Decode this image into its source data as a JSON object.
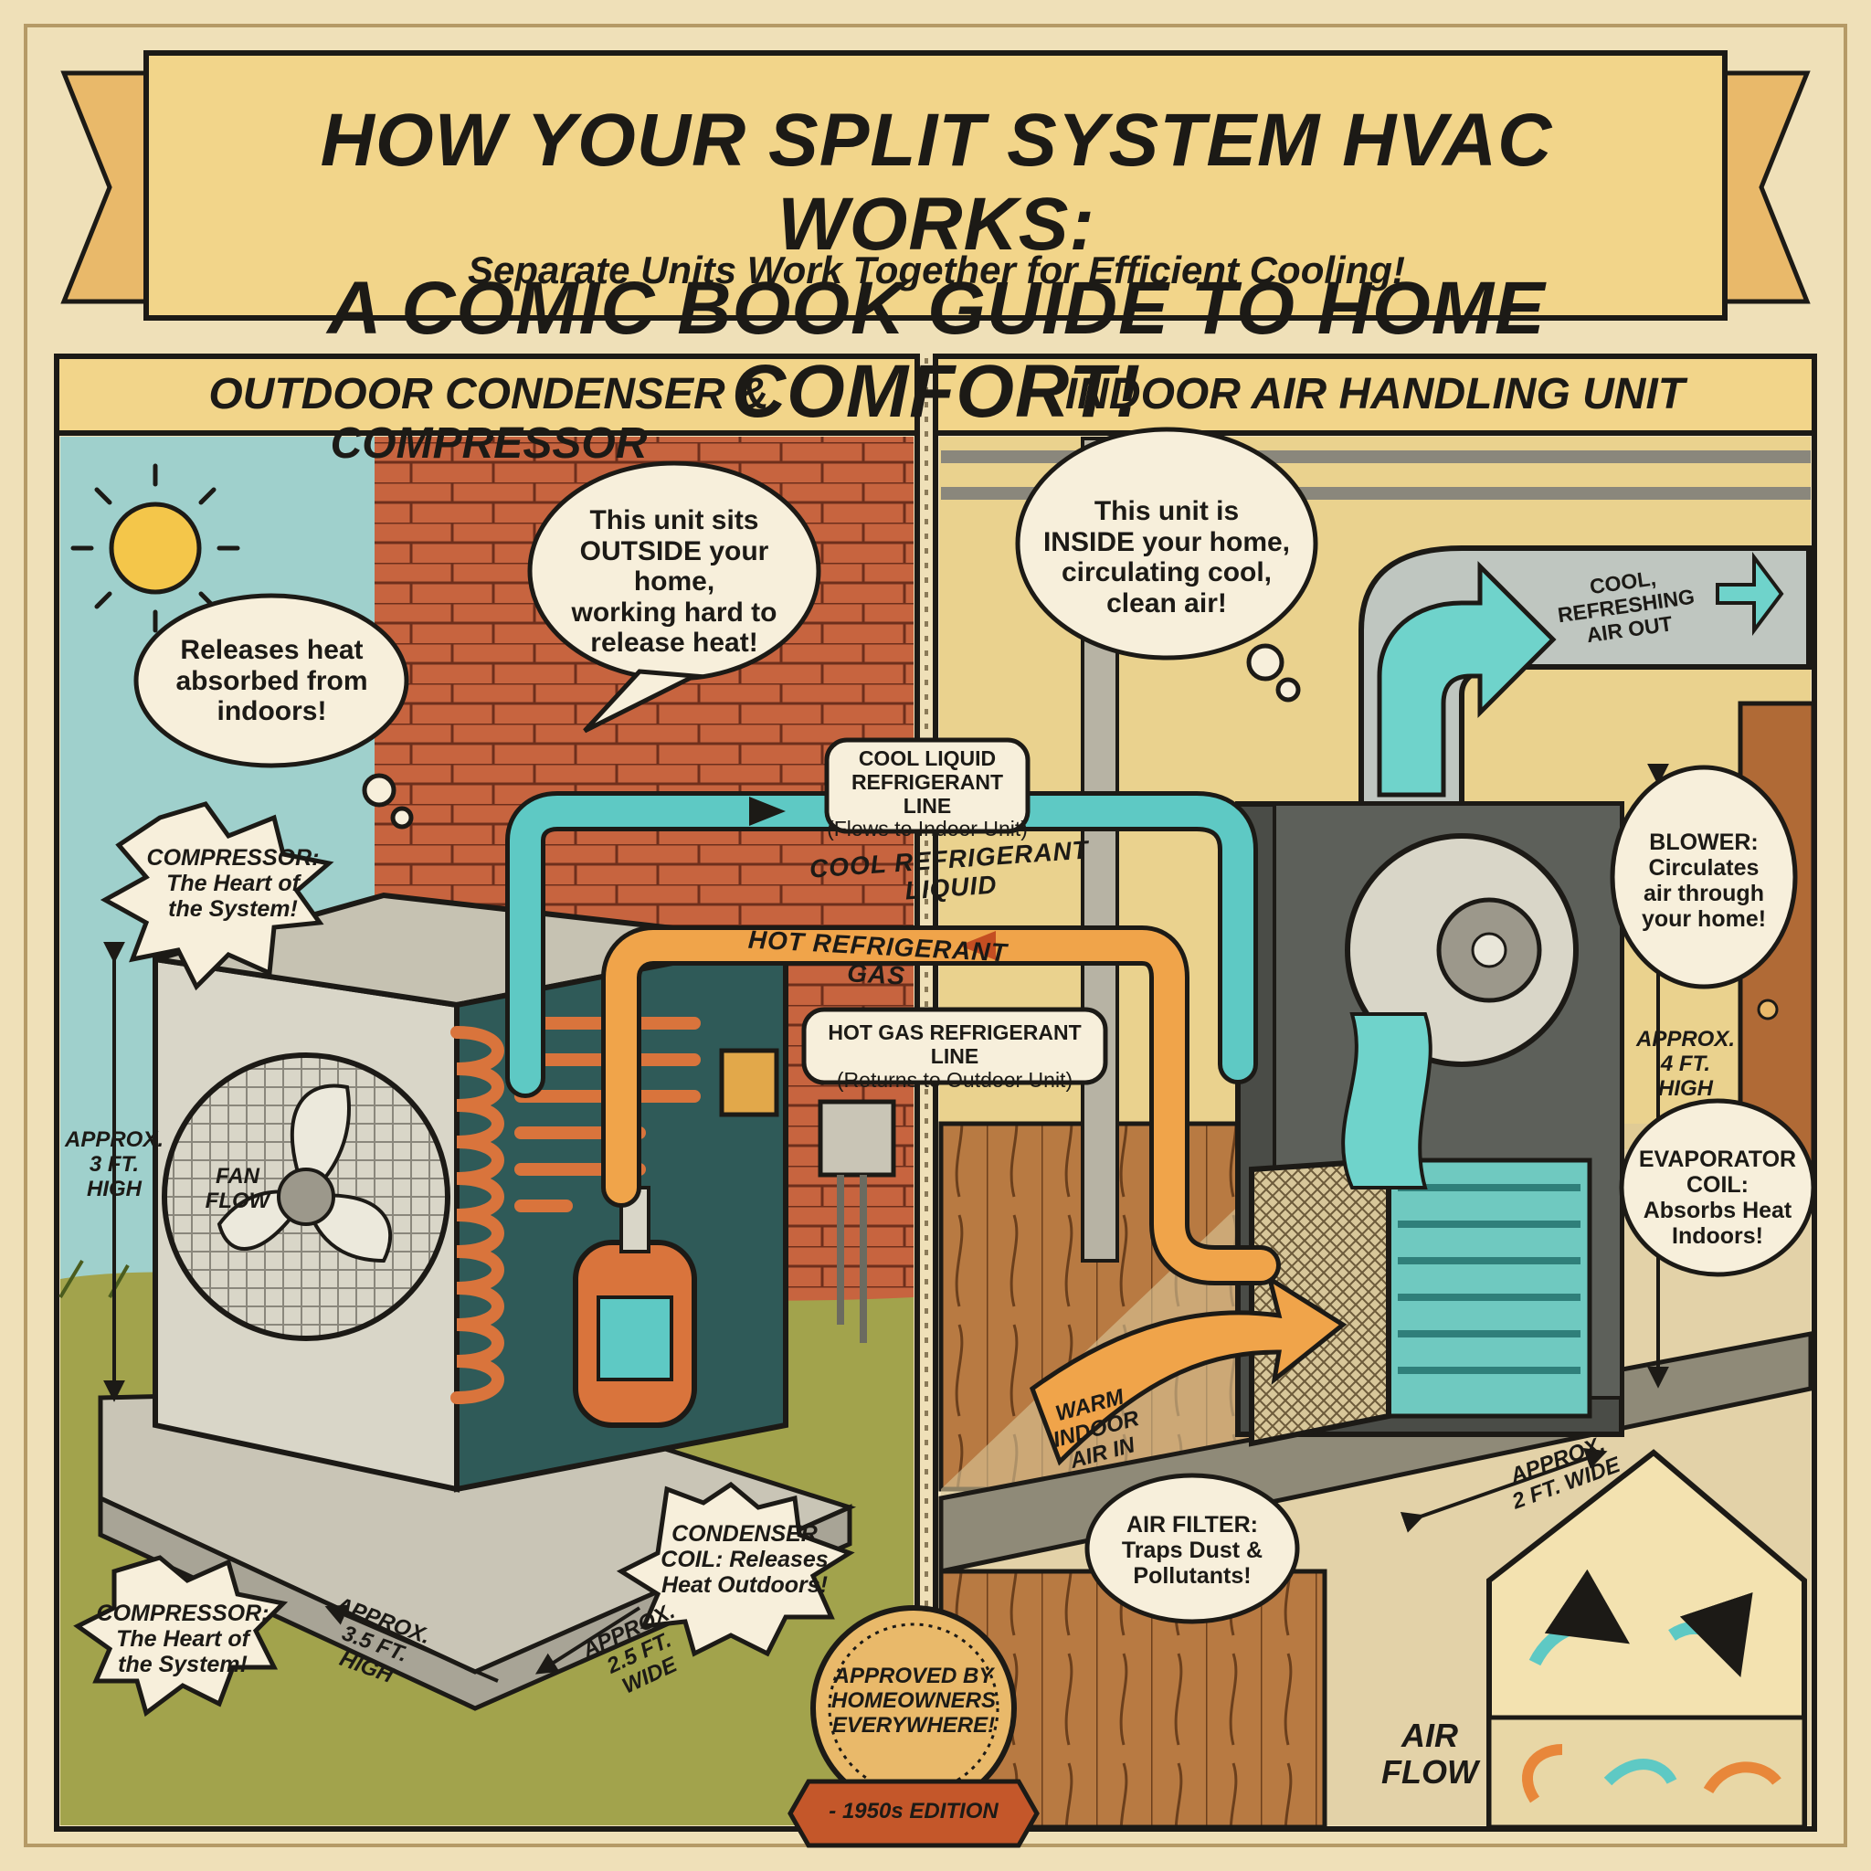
{
  "title": {
    "line1": "HOW YOUR SPLIT SYSTEM HVAC WORKS:",
    "line2": "A COMIC BOOK GUIDE TO HOME COMFORT!",
    "subtitle": "Separate Units Work Together for Efficient Cooling!"
  },
  "left_panel": {
    "header": "OUTDOOR CONDENSER & COMPRESSOR",
    "speech_bubble": [
      "This unit sits",
      "OUTSIDE your home,",
      "working hard to",
      "release heat!"
    ],
    "thought_bubble": [
      "Releases heat",
      "absorbed from",
      "indoors!"
    ],
    "compressor_callout_top": [
      "COMPRESSOR:",
      "The Heart of",
      "the System!"
    ],
    "compressor_callout_bottom": [
      "COMPRESSOR:",
      "The Heart of",
      "the System!"
    ],
    "condenser_callout": [
      "CONDENSER",
      "COIL: Releases",
      "Heat Outdoors!"
    ],
    "fan_label": [
      "FAN",
      "FLOW"
    ],
    "dim_height_side": [
      "APPROX.",
      "3 FT.",
      "HIGH"
    ],
    "dim_height_front": [
      "APPROX.",
      "3.5 FT.",
      "HIGH"
    ],
    "dim_width": [
      "APPROX.",
      "2.5 FT.",
      "WIDE"
    ]
  },
  "right_panel": {
    "header": "INDOOR AIR HANDLING UNIT",
    "thought_bubble": [
      "This unit is",
      "INSIDE your home,",
      "circulating cool,",
      "clean air!"
    ],
    "air_out_label": [
      "COOL,",
      "REFRESHING",
      "AIR OUT"
    ],
    "blower_callout": [
      "BLOWER:",
      "Circulates",
      "air through",
      "your home!"
    ],
    "dim_height": [
      "APPROX.",
      "4 FT.",
      "HIGH"
    ],
    "evaporator_callout": [
      "EVAPORATOR",
      "COIL:",
      "Absorbs Heat",
      "Indoors!"
    ],
    "warm_air_label": [
      "WARM",
      "INDOOR",
      "AIR IN"
    ],
    "dim_width": [
      "APPROX.",
      "2 FT. WIDE"
    ],
    "filter_callout": [
      "AIR FILTER:",
      "Traps Dust &",
      "Pollutants!"
    ],
    "airflow_label": [
      "AIR",
      "FLOW"
    ]
  },
  "refrigerant": {
    "cool_line_label": [
      "COOL LIQUID",
      "REFRIGERANT LINE",
      "(Flows to Indoor Unit)"
    ],
    "cool_pipe_text": "COOL REFRIGERANT LIQUID",
    "hot_pipe_text": "HOT REFRIGERANT GAS",
    "hot_line_label": [
      "HOT GAS REFRIGERANT LINE",
      "(Returns to Outdoor Unit)"
    ]
  },
  "seal": {
    "text": [
      "APPROVED BY",
      "HOMEOWNERS",
      "EVERYWHERE!"
    ],
    "ribbon": "- 1950s EDITION"
  },
  "colors": {
    "paper": "#efe0b8",
    "banner": "#f2d58a",
    "cool_refrigerant": "#5ec9c4",
    "hot_refrigerant": "#e8873a",
    "copper": "#d9743c",
    "brick": "#c7643f",
    "sky": "#9fd0cc",
    "grass": "#a2a34c",
    "ink": "#1c1a16"
  }
}
